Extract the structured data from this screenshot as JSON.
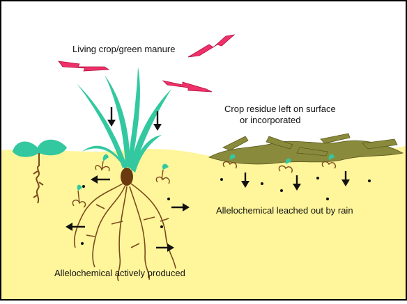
{
  "labels": {
    "living_crop": "Living crop/green manure",
    "residue_line1": "Crop residue left on surface",
    "residue_line2": "or incorporated",
    "leached": "Allelochemical leached out by rain",
    "produced": "Allelochemical actively produced"
  },
  "colors": {
    "soil": "#FFF59A",
    "crop_green": "#33C8A0",
    "root_brown": "#7A4A1E",
    "residue": "#8A8A3C",
    "sun_ray": "#F0306A",
    "arrow": "#111111",
    "frame_border": "#000000"
  }
}
